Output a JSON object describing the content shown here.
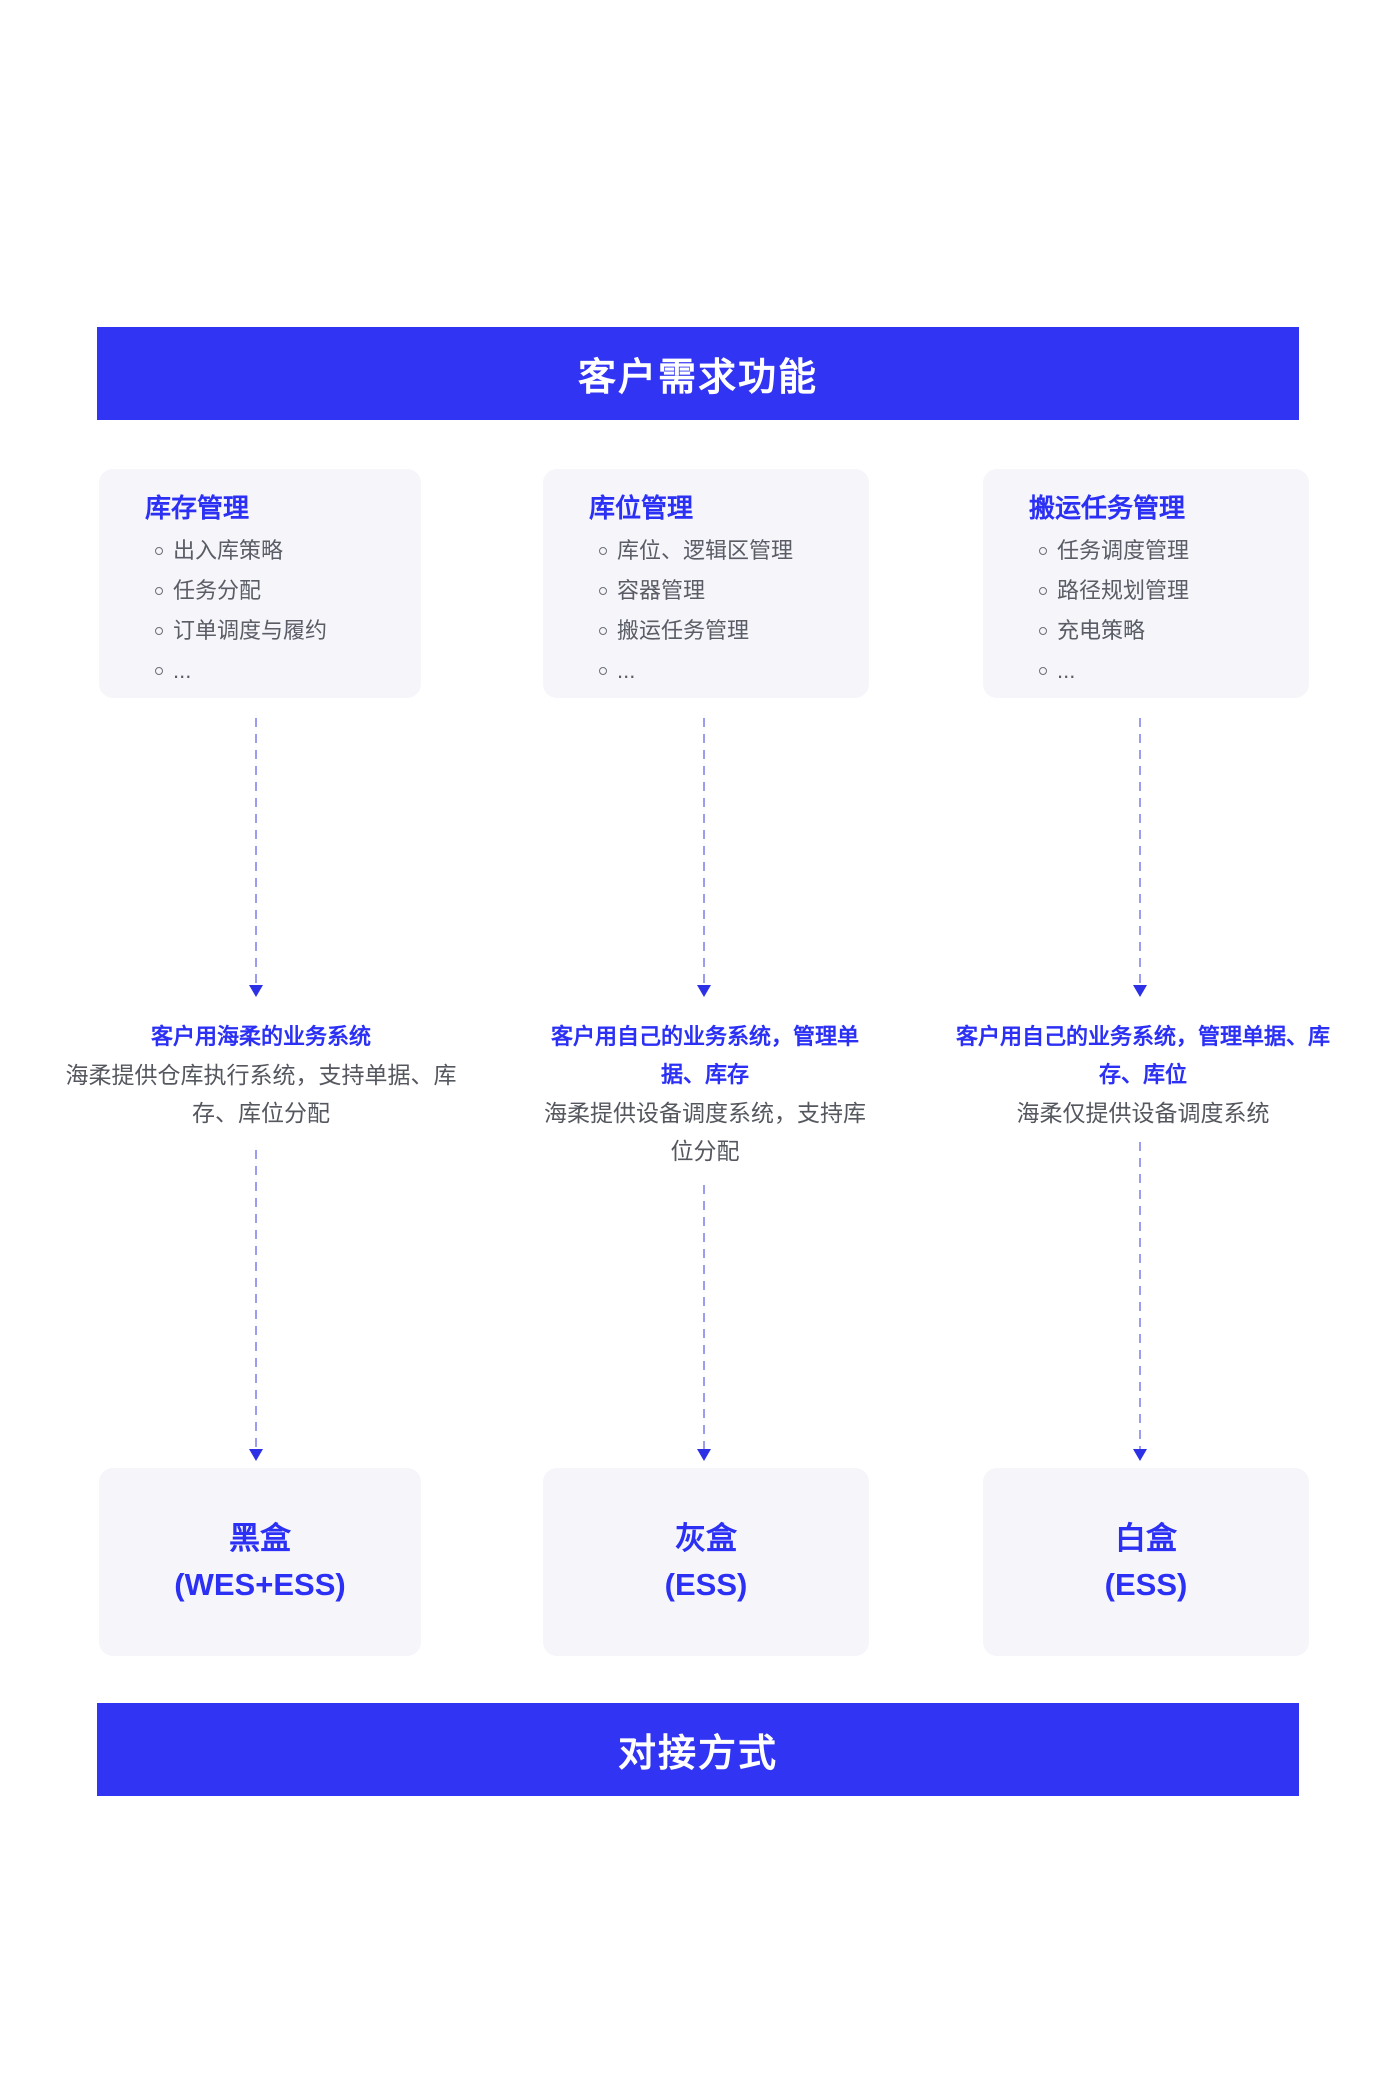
{
  "colors": {
    "banner_blue": "#3134f2",
    "accent_blue": "#2b30f4",
    "card_background": "#f5f5fa",
    "body_gray": "#5a5d66",
    "arrow_blue": "#9b9df1",
    "arrowhead_blue": "#2d31e5"
  },
  "icons": {
    "arrow_down": "dashed-down-arrow"
  },
  "header_banner": {
    "title": "客户需求功能"
  },
  "footer_banner": {
    "title": "对接方式"
  },
  "columns": [
    {
      "card": {
        "title": "库存管理",
        "items": [
          "出入库策略",
          "任务分配",
          "订单调度与履约",
          "..."
        ]
      },
      "middle": {
        "title": "客户用海柔的业务系统",
        "description": "海柔提供仓库执行系统，支持单据、库存、库位分配"
      },
      "box": {
        "title": "黑盒",
        "subtitle": "(WES+ESS)"
      }
    },
    {
      "card": {
        "title": "库位管理",
        "items": [
          "库位、逻辑区管理",
          "容器管理",
          "搬运任务管理",
          "..."
        ]
      },
      "middle": {
        "title": "客户用自己的业务系统，管理单据、库存",
        "description": "海柔提供设备调度系统，支持库位分配"
      },
      "box": {
        "title": "灰盒",
        "subtitle": "(ESS)"
      }
    },
    {
      "card": {
        "title": "搬运任务管理",
        "items": [
          "任务调度管理",
          "路径规划管理",
          "充电策略",
          "..."
        ]
      },
      "middle": {
        "title": "客户用自己的业务系统，管理单据、库存、库位",
        "description": "海柔仅提供设备调度系统"
      },
      "box": {
        "title": "白盒",
        "subtitle": "(ESS)"
      }
    }
  ]
}
